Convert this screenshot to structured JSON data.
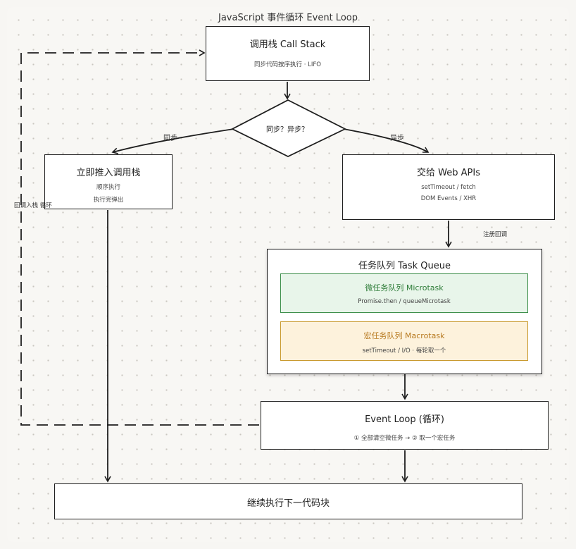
{
  "title": "JavaScript 事件循环 Event Loop",
  "call_stack": {
    "title": "调用栈 Call Stack",
    "subtitle": "同步代码按序执行 · LIFO"
  },
  "decision": {
    "text": "同步？异步？",
    "left_label": "同步",
    "right_label": "异步"
  },
  "sync_box": {
    "title": "立即推入调用栈",
    "line1": "顺序执行",
    "line2": "执行完弹出"
  },
  "webapi_box": {
    "title": "交给 Web APIs",
    "line1": "setTimeout / fetch",
    "line2": "DOM Events / XHR"
  },
  "register_label": "注册回调",
  "loop_back_label": "回调入栈 循环",
  "task_queue": {
    "title": "任务队列 Task Queue",
    "micro": {
      "title": "微任务队列 Microtask",
      "subtitle": "Promise.then / queueMicrotask"
    },
    "macro": {
      "title": "宏任务队列 Macrotask",
      "subtitle": "setTimeout / I/O · 每轮取一个"
    }
  },
  "event_loop": {
    "title": "Event Loop (循环)",
    "subtitle": "① 全部清空微任务 → ② 取一个宏任务"
  },
  "next_code": {
    "title": "继续执行下一代码块"
  },
  "colors": {
    "micro_fill": "#e8f5ea",
    "micro_border": "#3c8f4a",
    "micro_text": "#2f7d3a",
    "macro_fill": "#fdf2dc",
    "macro_border": "#c99a2e",
    "macro_text": "#b7791f"
  }
}
